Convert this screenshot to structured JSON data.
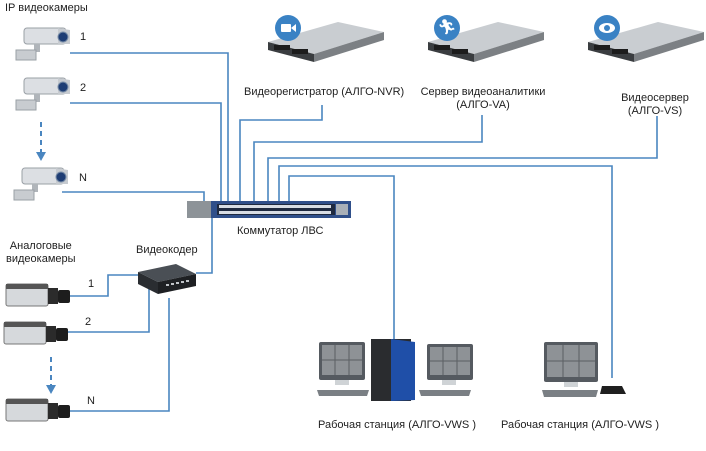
{
  "title": "Схема системы видеонаблюдения АЛГО",
  "groups": {
    "ip_cameras": "IP видеокамеры",
    "analog_cameras_line1": "Аналоговые",
    "analog_cameras_line2": "видеокамеры"
  },
  "ip_cameras": [
    {
      "label": "1"
    },
    {
      "label": "2"
    },
    {
      "label": "N"
    }
  ],
  "analog_cameras": [
    {
      "label": "1"
    },
    {
      "label": "2"
    },
    {
      "label": "N"
    }
  ],
  "devices": {
    "encoder": "Видеокодер",
    "switch": "Коммутатор ЛВС",
    "nvr": "Видеорегистратор (АЛГО-NVR)",
    "va_line1": "Сервер видеоаналитики",
    "va_line2": "(АЛГО-VA)",
    "vs_line1": "Видеосервер",
    "vs_line2": "(АЛГО-VS)",
    "workstation1": "Рабочая станция (АЛГО-VWS )",
    "workstation2": "Рабочая станция  (АЛГО-VWS )"
  },
  "icons": {
    "nvr": "video-camera-icon",
    "va": "running-person-icon",
    "vs": "eye-icon"
  },
  "colors": {
    "wire": "#4a86c0",
    "badge": "#3a82c4",
    "switch_body": "#2f4f8a",
    "tower_blue": "#1f4fa8"
  }
}
